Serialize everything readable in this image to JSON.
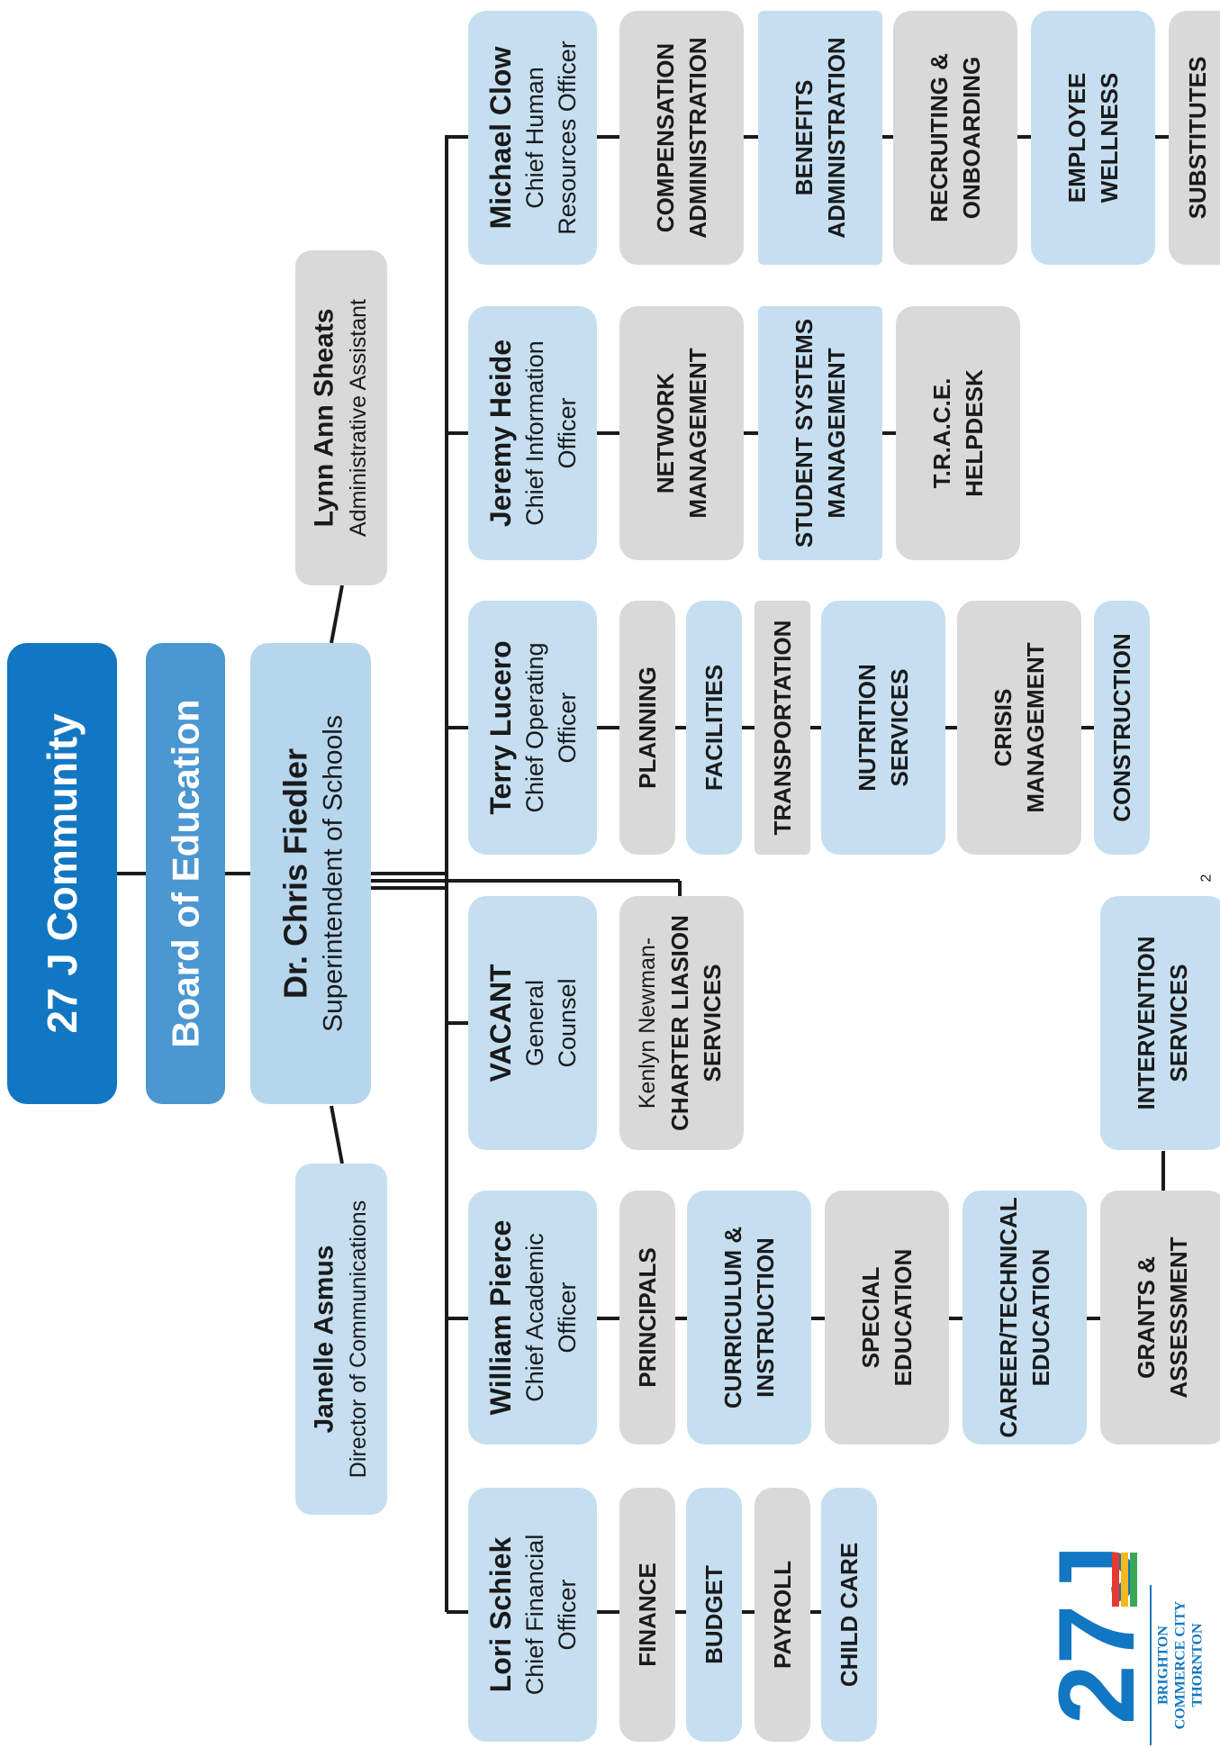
{
  "colors": {
    "dark_blue": "#1277c2",
    "mid_blue": "#4b97d1",
    "light_blue": "#c5dff1",
    "light_blue_2": "#b6d6ee",
    "gray": "#d9d9d9",
    "line": "#1a1a1a"
  },
  "top": {
    "community": "27 J Community",
    "board": "Board of Education",
    "superintendent": {
      "name": "Dr. Chris Fiedler",
      "title": "Superintendent of Schools"
    },
    "assistant": {
      "name": "Lynn Ann Sheats",
      "title": "Administrative Assistant"
    },
    "communications": {
      "name": "Janelle Asmus",
      "title": "Director of Communications"
    }
  },
  "officers": {
    "hr": {
      "name": "Michael Clow",
      "title1": "Chief Human",
      "title2": "Resources Officer"
    },
    "it": {
      "name": "Jeremy Heide",
      "title1": "Chief Information",
      "title2": "Officer"
    },
    "ops": {
      "name": "Terry Lucero",
      "title1": "Chief Operating",
      "title2": "Officer"
    },
    "counsel": {
      "name": "VACANT",
      "title1": "General",
      "title2": "Counsel"
    },
    "academic": {
      "name": "William Pierce",
      "title1": "Chief Academic",
      "title2": "Officer"
    },
    "finance": {
      "name": "Lori Schiek",
      "title1": "Chief Financial",
      "title2": "Officer"
    }
  },
  "departments": {
    "hr": [
      [
        "COMPENSATION",
        "ADMINISTRATION"
      ],
      [
        "BENEFITS",
        "ADMINISTRATION"
      ],
      [
        "RECRUITING &",
        "ONBOARDING"
      ],
      [
        "EMPLOYEE",
        "WELLNESS"
      ],
      [
        "SUBSTITUTES"
      ]
    ],
    "it": [
      [
        "NETWORK",
        "MANAGEMENT"
      ],
      [
        "STUDENT SYSTEMS",
        "MANAGEMENT"
      ],
      [
        "T.R.A.C.E.",
        "HELPDESK"
      ]
    ],
    "ops": [
      [
        "PLANNING"
      ],
      [
        "FACILITIES"
      ],
      [
        "TRANSPORTATION"
      ],
      [
        "NUTRITION",
        "SERVICES"
      ],
      [
        "CRISIS",
        "MANAGEMENT"
      ],
      [
        "CONSTRUCTION"
      ]
    ],
    "counsel": {
      "name": "Kenlyn Newman-",
      "line1": "CHARTER LIASION",
      "line2": "SERVICES"
    },
    "academic": [
      [
        "PRINCIPALS"
      ],
      [
        "CURRICULUM &",
        "INSTRUCTION"
      ],
      [
        "SPECIAL",
        "EDUCATION"
      ],
      [
        "CAREER/TECHNICAL",
        "EDUCATION"
      ],
      [
        "GRANTS &",
        "ASSESSMENT"
      ]
    ],
    "intervention": [
      "INTERVENTION",
      "SERVICES"
    ],
    "finance": [
      [
        "FINANCE"
      ],
      [
        "BUDGET"
      ],
      [
        "PAYROLL"
      ],
      [
        "CHILD CARE"
      ]
    ]
  },
  "page_number": "2",
  "logo": {
    "mark": "27J",
    "line1": "BRIGHTON",
    "line2": "COMMERCE CITY",
    "line3": "THORNTON"
  }
}
